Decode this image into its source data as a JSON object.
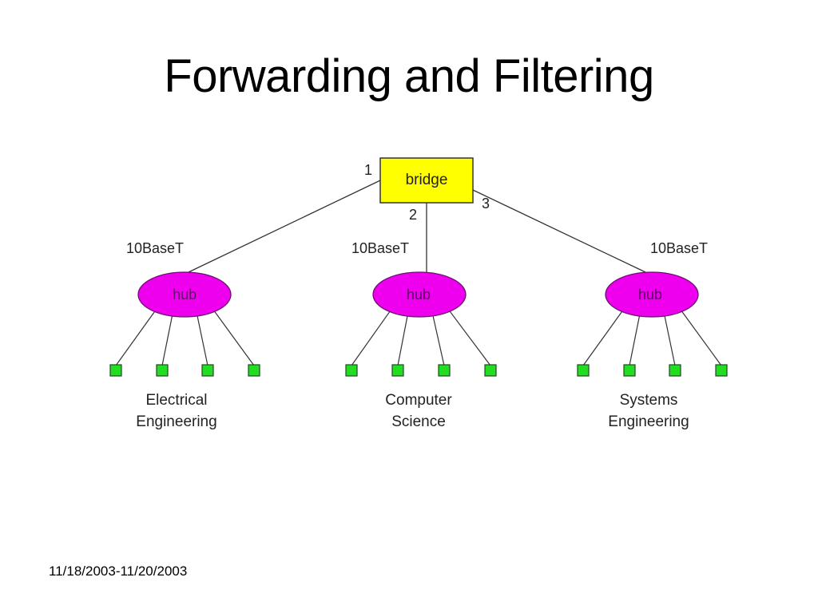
{
  "slide": {
    "title": "Forwarding and Filtering",
    "footer_date": "11/18/2003-11/20/2003"
  },
  "diagram": {
    "bridge": {
      "label": "bridge",
      "color": "#ffff00"
    },
    "ports": [
      "1",
      "2",
      "3"
    ],
    "links": [
      {
        "port": "1",
        "media": "10BaseT",
        "segment": 0
      },
      {
        "port": "2",
        "media": "10BaseT",
        "segment": 1
      },
      {
        "port": "3",
        "media": "10BaseT",
        "segment": 2
      }
    ],
    "segments": [
      {
        "hub_label": "hub",
        "hosts": 4,
        "name_line1": "Electrical",
        "name_line2": "Engineering"
      },
      {
        "hub_label": "hub",
        "hosts": 4,
        "name_line1": "Computer",
        "name_line2": "Science"
      },
      {
        "hub_label": "hub",
        "hosts": 4,
        "name_line1": "Systems",
        "name_line2": "Engineering"
      }
    ],
    "colors": {
      "hub": "#ee00ee",
      "host": "#22dd22",
      "line": "#333333"
    }
  }
}
